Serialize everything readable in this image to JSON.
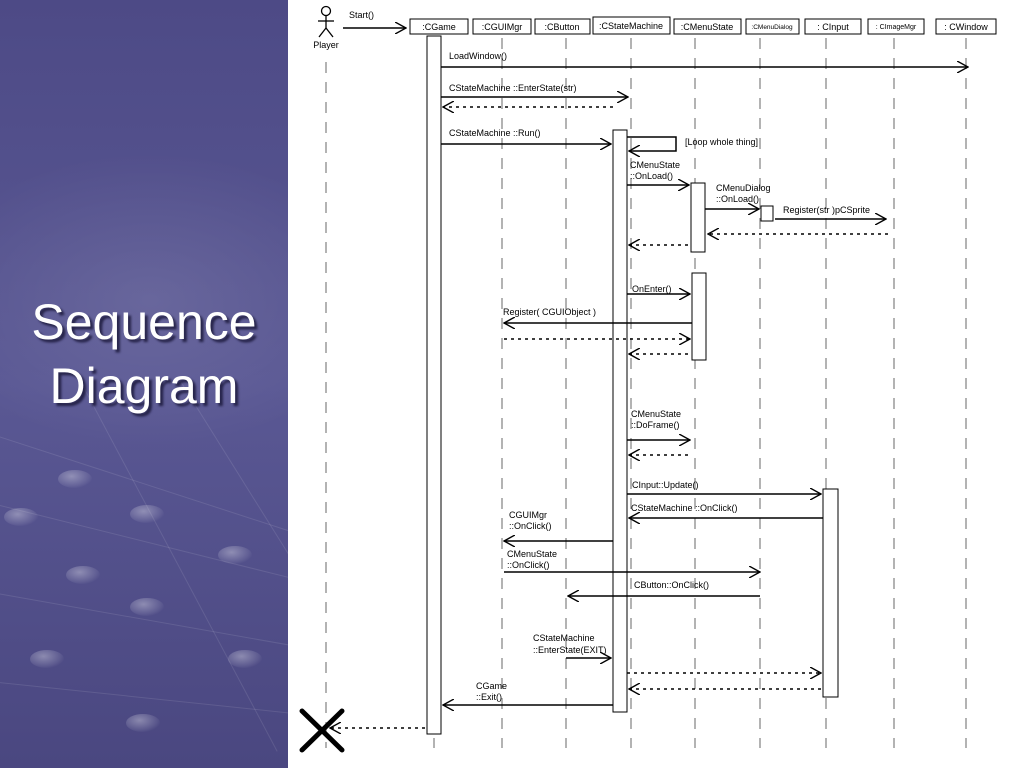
{
  "slide": {
    "title_line1": "Sequence",
    "title_line2": "Diagram"
  },
  "actor": {
    "name": "Player",
    "start_message": "Start()"
  },
  "lifelines": [
    {
      "id": "cgame",
      "label": ":CGame"
    },
    {
      "id": "cguimgr",
      "label": ":CGUIMgr"
    },
    {
      "id": "cbutton",
      "label": ":CButton"
    },
    {
      "id": "cstatemachine",
      "label": ":CStateMachine"
    },
    {
      "id": "cmenustate",
      "label": ":CMenuState"
    },
    {
      "id": "cmenudialog",
      "label": ":CMenuDialog"
    },
    {
      "id": "cinput",
      "label": ": CInput"
    },
    {
      "id": "cimagemgr",
      "label": ": CImageMgr"
    },
    {
      "id": "cwindow",
      "label": ": CWindow"
    }
  ],
  "messages": [
    {
      "label": "LoadWindow()"
    },
    {
      "label": "CStateMachine ::EnterState(str)"
    },
    {
      "label": "CStateMachine ::Run()"
    },
    {
      "label": "[Loop whole thing]"
    },
    {
      "label": "CMenuState\n::OnLoad()"
    },
    {
      "label": "CMenuDialog\n::OnLoad()"
    },
    {
      "label": "Register(str )pCSprite"
    },
    {
      "label": "OnEnter()"
    },
    {
      "label": "Register( CGUIObject )"
    },
    {
      "label": "CMenuState\n::DoFrame()"
    },
    {
      "label": "CInput::Update()"
    },
    {
      "label": "CStateMachine ::OnClick()"
    },
    {
      "label": "CGUIMgr\n::OnClick()"
    },
    {
      "label": "CMenuState\n::OnClick()"
    },
    {
      "label": "CButton::OnClick()"
    },
    {
      "label": "CStateMachine\n::EnterState(EXIT)"
    },
    {
      "label": "CGame\n::Exit()"
    }
  ]
}
